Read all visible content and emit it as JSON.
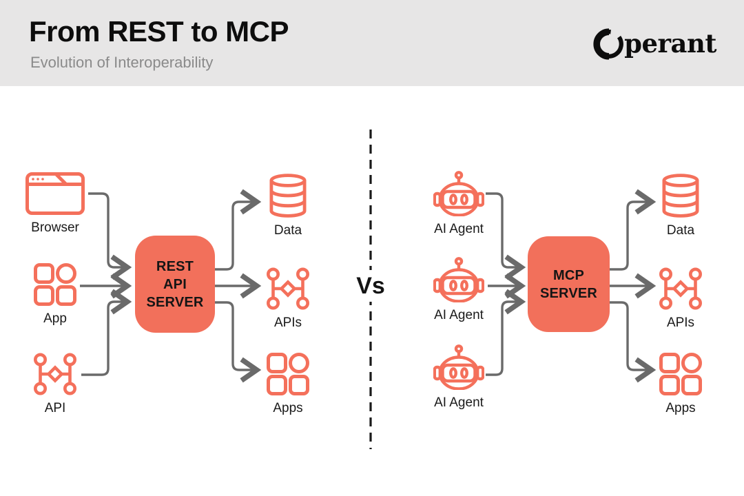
{
  "header": {
    "title": "From REST to MCP",
    "subtitle": "Evolution of Interoperability",
    "logo": {
      "brand": "Operant",
      "text_part": "perant"
    }
  },
  "divider": {
    "vs_label": "Vs"
  },
  "left_diagram": {
    "server_lines": [
      "REST",
      "API",
      "SERVER"
    ],
    "sources": [
      {
        "icon": "browser-icon",
        "label": "Browser"
      },
      {
        "icon": "app-grid-icon",
        "label": "App"
      },
      {
        "icon": "api-network-icon",
        "label": "API"
      }
    ],
    "targets": [
      {
        "icon": "database-icon",
        "label": "Data"
      },
      {
        "icon": "api-network-icon",
        "label": "APIs"
      },
      {
        "icon": "app-grid-icon",
        "label": "Apps"
      }
    ]
  },
  "right_diagram": {
    "server_lines": [
      "MCP",
      "SERVER"
    ],
    "sources": [
      {
        "icon": "robot-icon",
        "label": "AI Agent"
      },
      {
        "icon": "robot-icon",
        "label": "AI Agent"
      },
      {
        "icon": "robot-icon",
        "label": "AI Agent"
      }
    ],
    "targets": [
      {
        "icon": "database-icon",
        "label": "Data"
      },
      {
        "icon": "api-network-icon",
        "label": "APIs"
      },
      {
        "icon": "app-grid-icon",
        "label": "Apps"
      }
    ]
  },
  "colors": {
    "accent": "#F2705B",
    "arrow": "#6A6A6A",
    "header_bg": "#E7E6E6",
    "subtitle_gray": "#8A8A8A",
    "divider_black": "#1A1A1A"
  }
}
